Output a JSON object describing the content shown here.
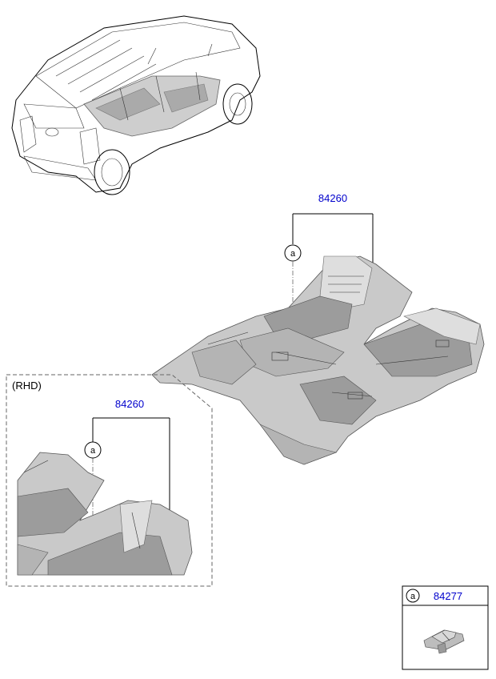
{
  "main_assembly": {
    "part_number": "84260",
    "callout_letter": "a"
  },
  "rhd_inset": {
    "label": "(RHD)",
    "part_number": "84260",
    "callout_letter": "a"
  },
  "legend_box": {
    "callout_letter": "a",
    "part_number": "84277"
  },
  "colors": {
    "part_link": "#0000cc",
    "mat_gray": "#c9c9c9"
  }
}
